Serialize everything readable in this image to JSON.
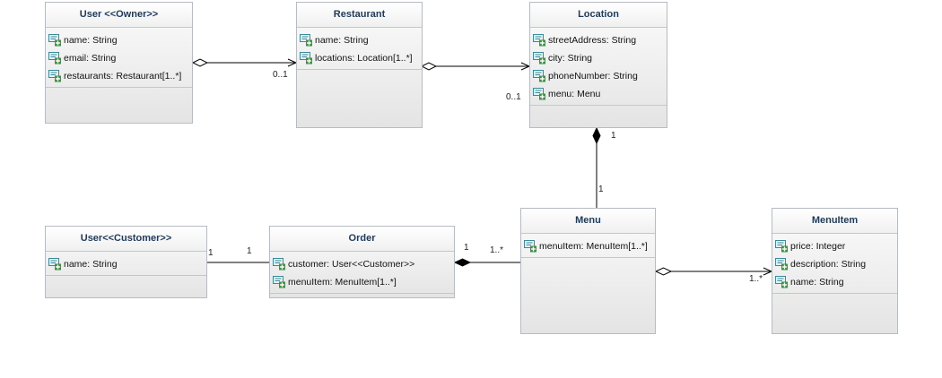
{
  "classes": [
    {
      "id": "user-owner",
      "name": "User <<Owner>>",
      "attributes": [
        "name: String",
        "email: String",
        "restaurants: Restaurant[1..*]"
      ]
    },
    {
      "id": "restaurant",
      "name": "Restaurant",
      "attributes": [
        "name: String",
        "locations: Location[1..*]"
      ]
    },
    {
      "id": "location",
      "name": "Location",
      "attributes": [
        "streetAddress: String",
        "city: String",
        "phoneNumber: String",
        "menu: Menu"
      ]
    },
    {
      "id": "user-customer",
      "name": "User<<Customer>>",
      "attributes": [
        "name: String"
      ]
    },
    {
      "id": "order",
      "name": "Order",
      "attributes": [
        "customer: User<<Customer>>",
        "menuItem: MenuItem[1..*]"
      ]
    },
    {
      "id": "menu",
      "name": "Menu",
      "attributes": [
        "menuItem: MenuItem[1..*]"
      ]
    },
    {
      "id": "menuitem",
      "name": "MenuItem",
      "attributes": [
        "price: Integer",
        "description: String",
        "name: String"
      ]
    }
  ],
  "multiplicities": {
    "owner_restaurant": "0..1",
    "restaurant_location": "0..1",
    "location_menu_top": "1",
    "location_menu_bottom": "1",
    "customer_left": "1",
    "customer_right": "1",
    "order_menu_left": "1",
    "order_menu_right": "1..*",
    "menu_menuitem": "1..*"
  },
  "colors": {
    "title_text": "#1f3a5a",
    "class_border": "#b7bcc2",
    "attribute_icon": "#3a8a9a",
    "attribute_plus": "#2e9a3a",
    "connector": "#000000"
  },
  "icons": {
    "attribute": "attribute-public-icon"
  }
}
